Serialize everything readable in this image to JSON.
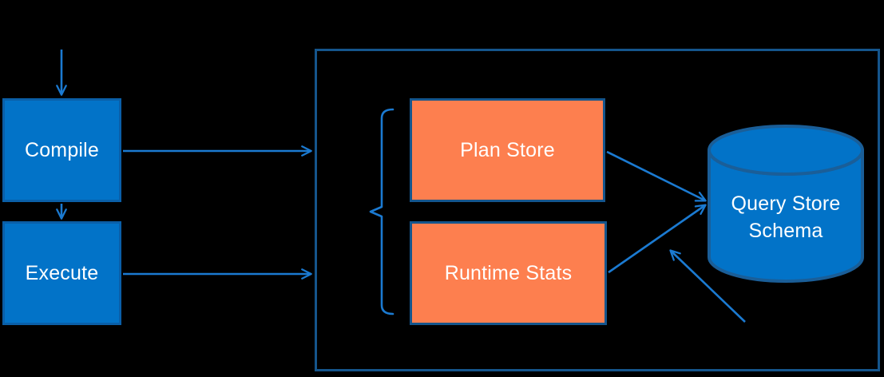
{
  "canvas": {
    "background": "#000000"
  },
  "colors": {
    "process_box_fill": "#0273C8",
    "process_box_border": "#0A5FA8",
    "store_box_fill": "#FD7F4F",
    "store_box_border": "#15558C",
    "container_border": "#15558C",
    "arrow": "#1B7AD1",
    "cylinder_fill": "#0273C8",
    "cylinder_border": "#1A5E98",
    "label_text": "#FFFFFF"
  },
  "nodes": {
    "compile": {
      "label": "Compile"
    },
    "execute": {
      "label": "Execute"
    },
    "plan_store": {
      "label": "Plan Store"
    },
    "runtime_stats": {
      "label": "Runtime Stats"
    },
    "query_store_schema": {
      "line1": "Query Store",
      "line2": "Schema"
    }
  }
}
